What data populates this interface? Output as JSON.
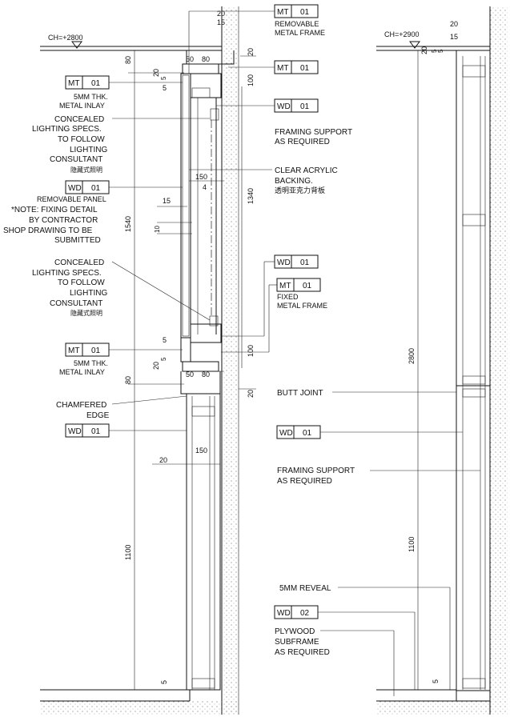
{
  "ceiling": {
    "left": "CH=+2800",
    "right": "CH=+2900"
  },
  "tags": {
    "mt01": {
      "code": "MT",
      "num": "01"
    },
    "wd01": {
      "code": "WD",
      "num": "01"
    },
    "wd02": {
      "code": "WD",
      "num": "02"
    }
  },
  "labels": {
    "removable_metal_frame": [
      "REMOVABLE",
      "METAL FRAME"
    ],
    "metal_inlay": [
      "5MM THK.",
      "METAL INLAY"
    ],
    "concealed_lighting": [
      "CONCEALED",
      "LIGHTING SPECS.",
      "TO FOLLOW",
      "LIGHTING",
      "CONSULTANT"
    ],
    "concealed_lighting_cn": "隐藏式照明",
    "removable_panel": [
      "REMOVABLE PANEL",
      "*NOTE: FIXING DETAIL",
      "BY CONTRACTOR",
      "SHOP DRAWING TO BE",
      "SUBMITTED"
    ],
    "framing_support": [
      "FRAMING SUPPORT",
      "AS REQUIRED"
    ],
    "clear_acrylic": [
      "CLEAR ACRYLIC",
      "BACKING."
    ],
    "clear_acrylic_cn": "透明亚克力背板",
    "fixed_metal_frame": [
      "FIXED",
      "METAL FRAME"
    ],
    "chamfered_edge": [
      "CHAMFERED",
      "EDGE"
    ],
    "butt_joint": "BUTT JOINT",
    "reveal": "5MM REVEAL",
    "plywood": [
      "PLYWOOD",
      "SUBFRAME",
      "AS REQUIRED"
    ]
  },
  "dimensions": {
    "d20": "20",
    "d15": "15",
    "d80": "80",
    "d50": "50",
    "d5": "5",
    "d100": "100",
    "d150": "150",
    "d4": "4",
    "d10": "10",
    "d1540": "1540",
    "d1340": "1340",
    "d1100": "1100",
    "d2800": "2800"
  }
}
